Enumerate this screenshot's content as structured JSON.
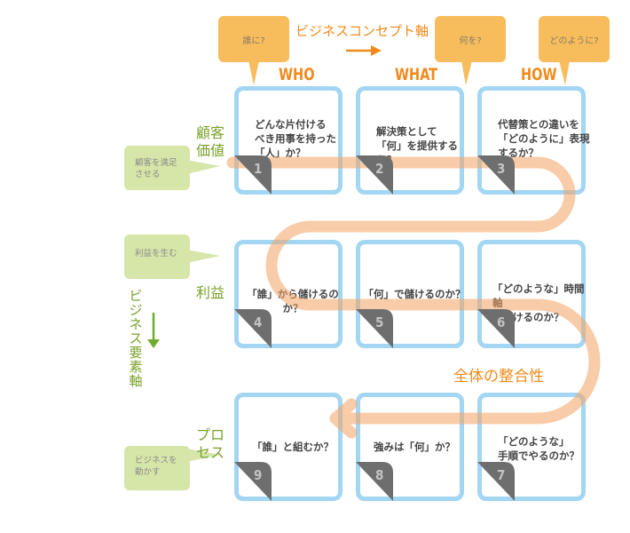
{
  "header": {
    "concept_axis_title": "ビジネスコンセプト軸",
    "columns": [
      {
        "label": "WHO",
        "callout": "誰に?"
      },
      {
        "label": "WHAT",
        "callout": "何を?"
      },
      {
        "label": "HOW",
        "callout": "どのように?"
      }
    ]
  },
  "rows": [
    {
      "label": "顧客\n価値",
      "callout": "顧客を満足\nさせる"
    },
    {
      "label": "利益",
      "callout": "利益を生む"
    },
    {
      "label": "プロ\nセス",
      "callout": "ビジネスを\n動かす"
    }
  ],
  "element_axis_title": "ビジネス要素軸",
  "cards": [
    {
      "number": "1",
      "text": "どんな片付ける\nべき用事を持った\n「人」か？"
    },
    {
      "number": "2",
      "text": "解決策として\n「何」を提供するか？"
    },
    {
      "number": "3",
      "text": "代替策との違いを\n「どのように」表現\nするか？"
    },
    {
      "number": "4",
      "text": "「誰」から儲けるのか？"
    },
    {
      "number": "5",
      "text": "「何」で儲けるのか？"
    },
    {
      "number": "6",
      "text": "「どのような」時間軸\nで儲けるのか？"
    },
    {
      "number": "7",
      "text": "「どのような」\n手順でやるのか？"
    },
    {
      "number": "8",
      "text": "強みは「何」か？"
    },
    {
      "number": "9",
      "text": "「誰」と組むか？"
    }
  ],
  "consistency_label": "全体の整合性",
  "colors": {
    "accent_orange": "#f08a1c",
    "callout_orange": "#f7bd5c",
    "card_border": "#a3d6f3",
    "path_peach": "#f9caa0",
    "row_green": "#7aa12a",
    "callout_green": "#d6e5a8"
  }
}
